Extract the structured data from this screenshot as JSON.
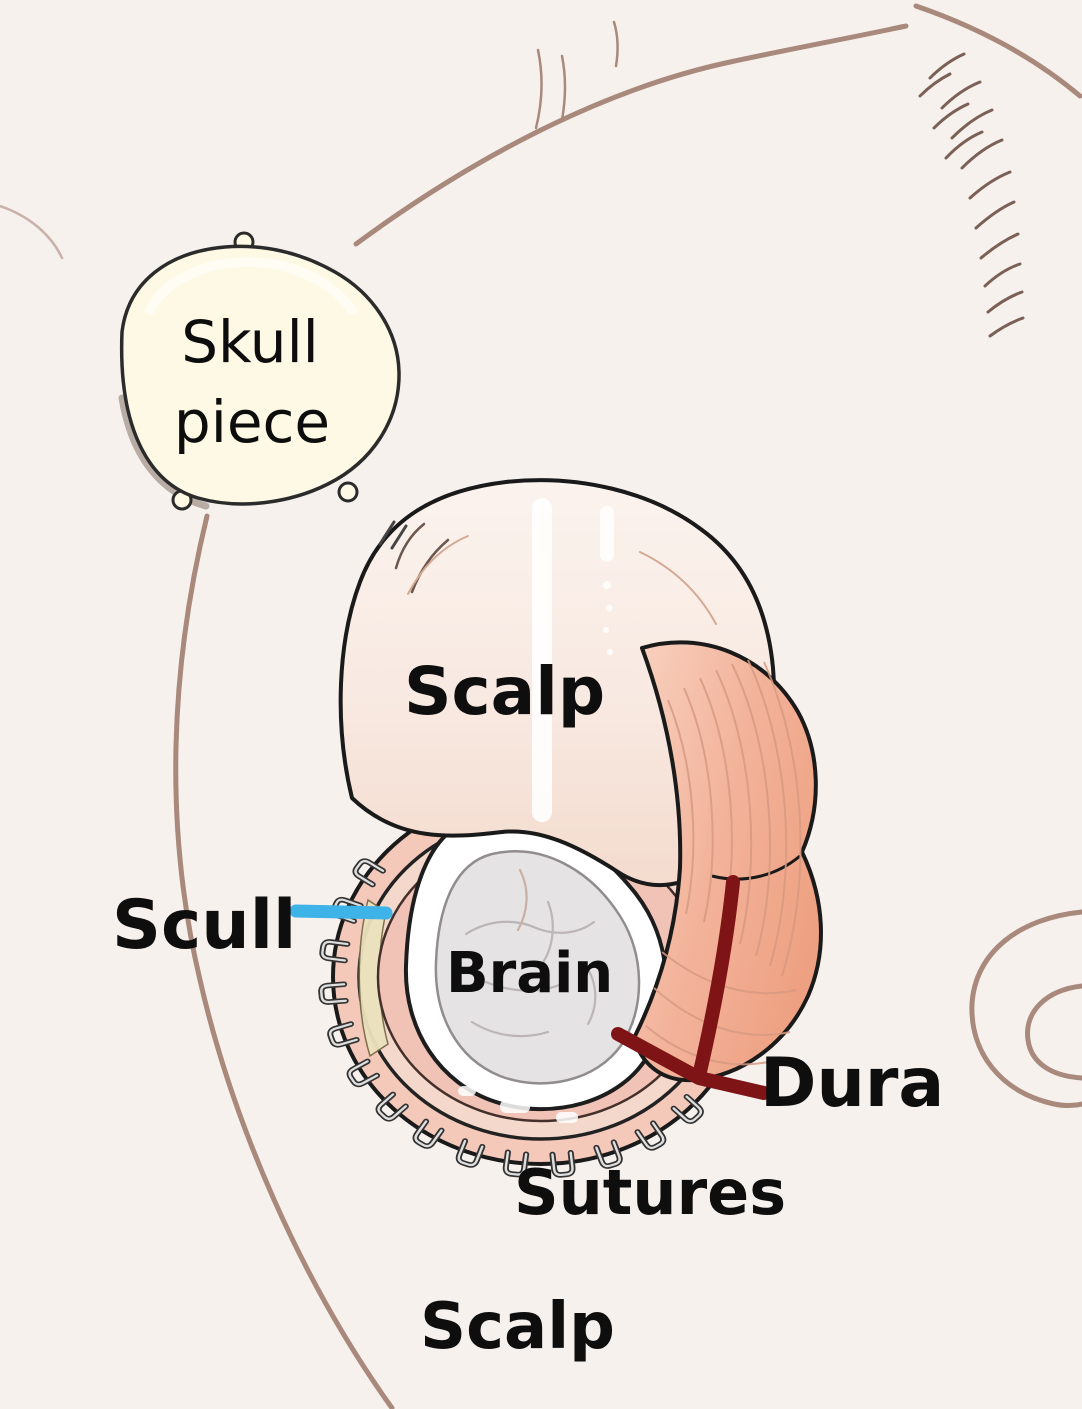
{
  "figure": {
    "type": "medical-illustration-craniotomy",
    "labels": {
      "skull_piece_line1": "Skull",
      "skull_piece_line2": "piece",
      "scalp_top": "Scalp",
      "skull": "Scull",
      "brain": "Brain",
      "dura": "Dura",
      "sutures": "Sutures",
      "scalp_bottom": "Scalp"
    },
    "colors": {
      "background": "#f7f1ee",
      "skull_piece_fill": "#fdf9e4",
      "scalp_ring_fill": "#f5c9ba",
      "skull_rim_fill": "#f4d8cc",
      "dura_fill": "#f1c3b6",
      "brain_fill": "#e6e3e4",
      "bone_rim_fill": "#ece2bd",
      "pointer_blue": "#3db3e8",
      "pointer_red": "#7e1416",
      "head_outline": "#a8897b",
      "label_text": "#0e0e0e"
    }
  }
}
